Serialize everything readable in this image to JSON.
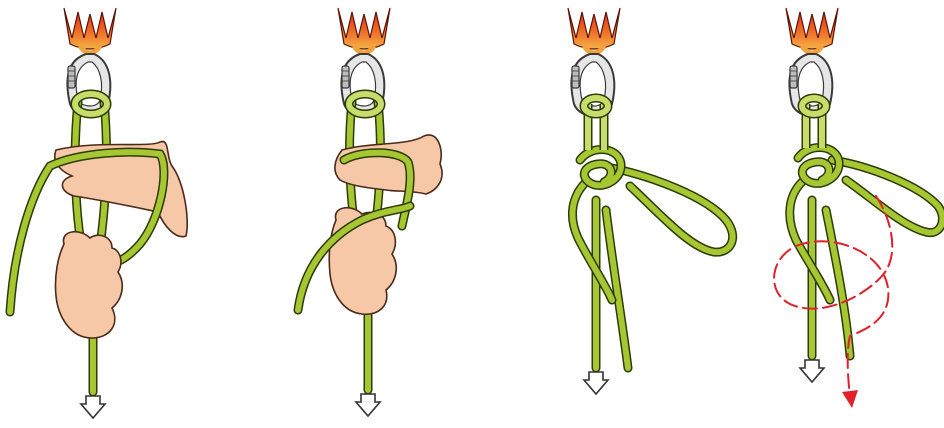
{
  "illustration": {
    "panels": [
      {
        "id": 1,
        "name": "step-1-wrap-rope-over-hand"
      },
      {
        "id": 2,
        "name": "step-2-twist-loop"
      },
      {
        "id": 3,
        "name": "step-3-tied-loop-at-carabiner"
      },
      {
        "id": 4,
        "name": "step-4-finish-with-backup-knot"
      }
    ],
    "colors": {
      "rope": "#a6c632",
      "rope_outline": "#2c3a06",
      "skin": "#f6c8a8",
      "skin_outline": "#4a2a18",
      "carabiner": "#d9d9d9",
      "carabiner_outline": "#3a3a3a",
      "sling_red": "#e02818",
      "sling_orange": "#f2a23a",
      "arrow_red": "#e0202a",
      "load_arrow": "#ffffff"
    },
    "icons": [
      "sling-anchor-icon",
      "carabiner-icon",
      "load-arrow-icon",
      "direction-arrow-icon"
    ]
  }
}
